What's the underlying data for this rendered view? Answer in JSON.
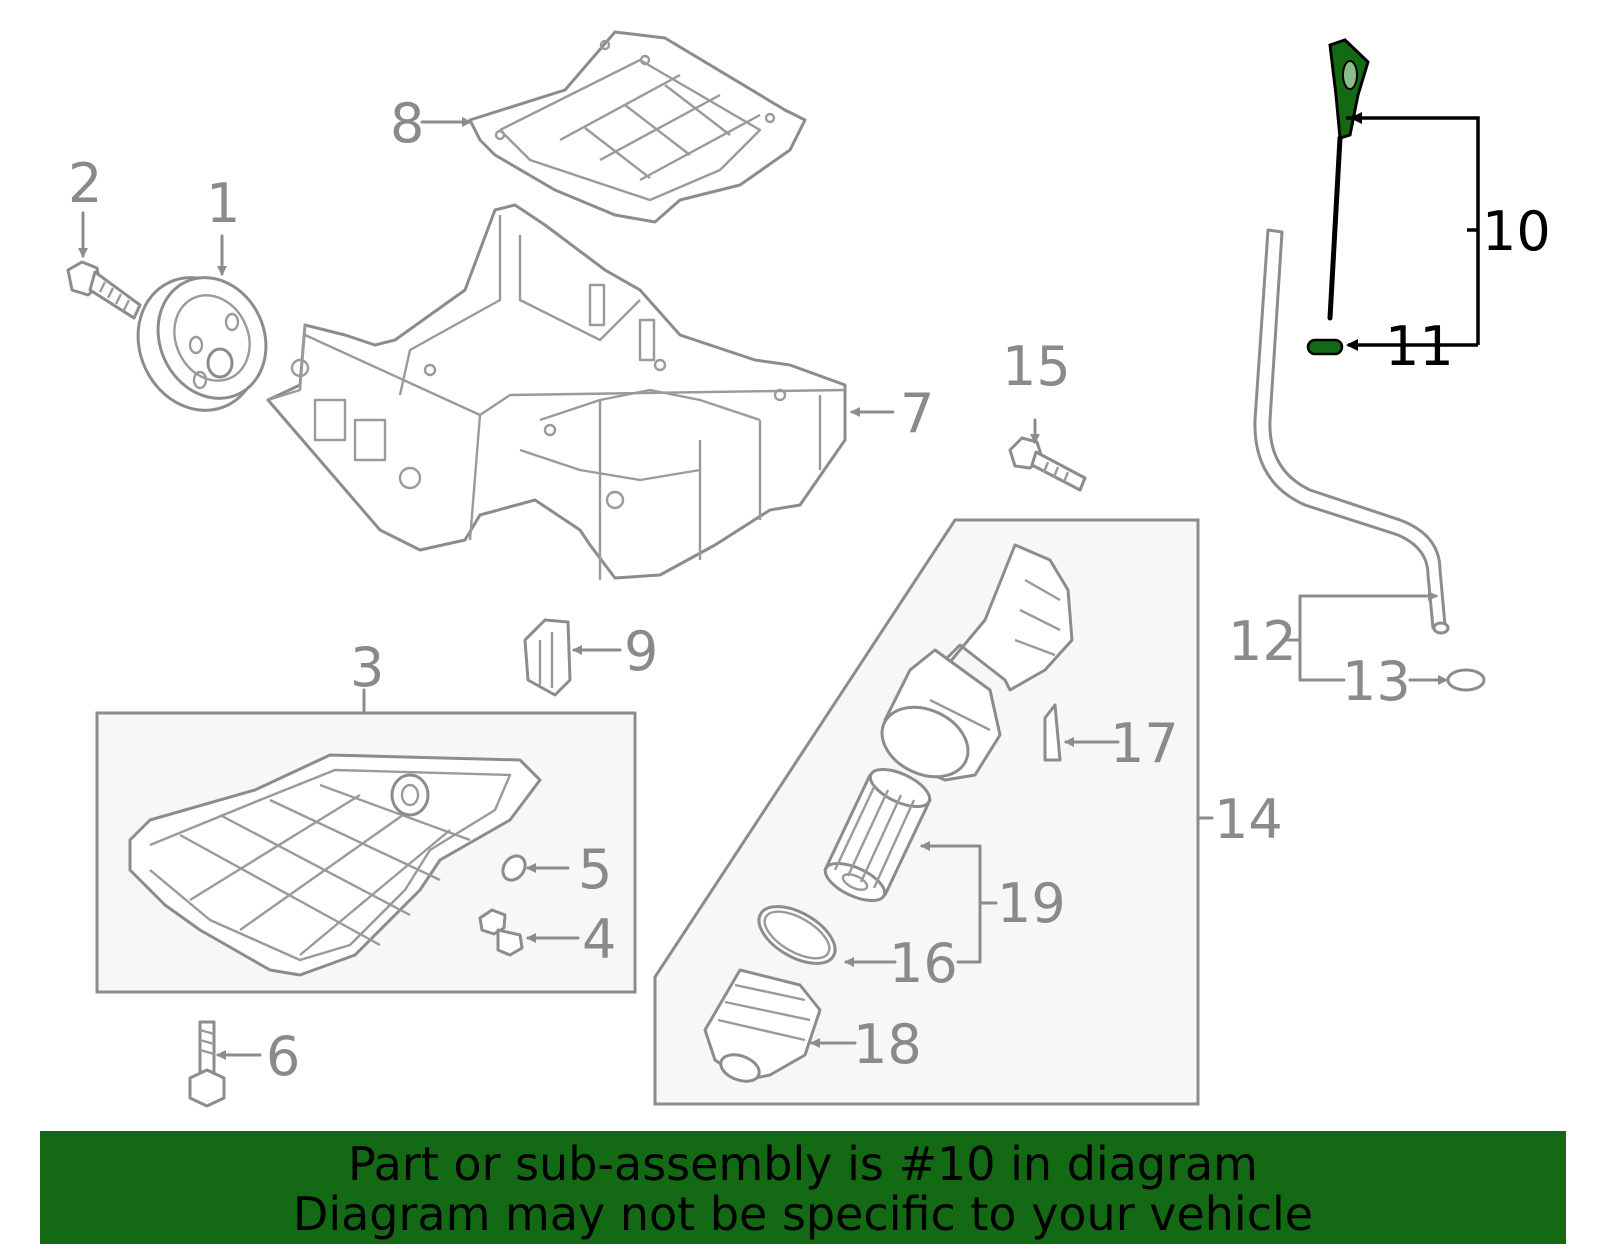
{
  "callouts": {
    "c1": "1",
    "c2": "2",
    "c3": "3",
    "c4": "4",
    "c5": "5",
    "c6": "6",
    "c7": "7",
    "c8": "8",
    "c9": "9",
    "c10": "10",
    "c11": "11",
    "c12": "12",
    "c13": "13",
    "c14": "14",
    "c15": "15",
    "c16": "16",
    "c17": "17",
    "c18": "18",
    "c19": "19"
  },
  "highlight": {
    "part_number": "10",
    "color": "#146914"
  },
  "banner": {
    "line1": "Part or sub-assembly is #10 in diagram",
    "line2": "Diagram may not be specific to your vehicle",
    "background": "#146914"
  }
}
